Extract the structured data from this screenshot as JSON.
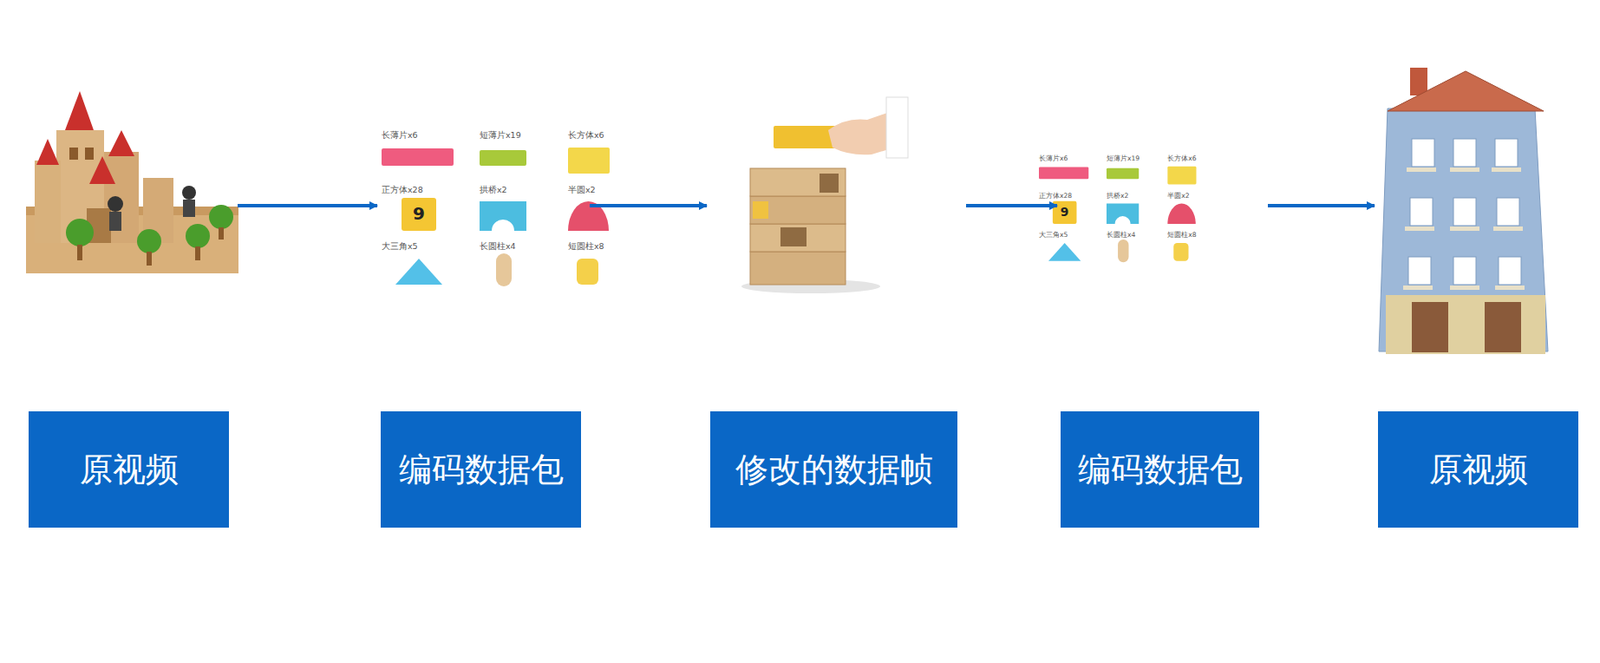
{
  "diagram": {
    "nodes": [
      {
        "text": [
          "原视频"
        ]
      },
      {
        "text": [
          "编码数据包"
        ]
      },
      {
        "text": [
          "修改的数据帧"
        ]
      },
      {
        "text": [
          "编码数据包"
        ]
      },
      {
        "text": [
          "原视频"
        ]
      }
    ],
    "edges": [
      {
        "from": 0,
        "to": 1,
        "arrow": "to"
      },
      {
        "from": 1,
        "to": 2,
        "arrow": "to"
      },
      {
        "from": 2,
        "to": 3,
        "arrow": "to"
      },
      {
        "from": 3,
        "to": 4,
        "arrow": "to"
      }
    ],
    "labels": [
      "长薄片x6",
      "短薄片x19",
      "长方体x6",
      "正方体x28",
      "9",
      "拱桥x2",
      "半圆x2",
      "大三角x5",
      "长圆柱x4",
      "短圆柱x8",
      "长薄片x6",
      "短薄片x19",
      "长方体x6",
      "正方体x28",
      "9",
      "拱桥x2",
      "半圆x2",
      "大三角x5",
      "长圆柱x4",
      "短圆柱x8"
    ]
  }
}
